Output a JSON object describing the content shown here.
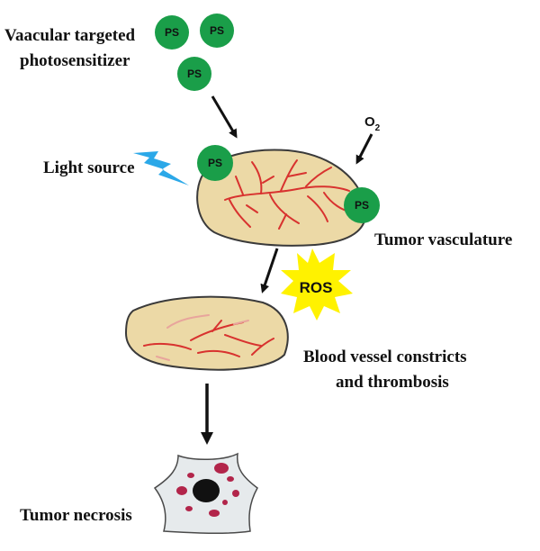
{
  "labels": {
    "photosensitizer_line1": "Vaacular targeted",
    "photosensitizer_line2": "photosensitizer",
    "light_source": "Light source",
    "oxygen_main": "O",
    "oxygen_sub": "2",
    "tumor_vasculature": "Tumor vasculature",
    "ros": "ROS",
    "vessel_line1": "Blood vessel constricts",
    "vessel_line2": "and thrombosis",
    "necrosis": "Tumor necrosis"
  },
  "ps_molecules": [
    "PS",
    "PS",
    "PS",
    "PS",
    "PS"
  ],
  "colors": {
    "ps_green": "#1a9e49",
    "tissue_fill": "#ecd9a6",
    "tissue_stroke": "#3a3a3a",
    "vessel_red": "#d8322f",
    "lightning_blue": "#2ba8e8",
    "ros_yellow": "#fff200",
    "cell_fill": "#e6eaec",
    "nucleus": "#111111",
    "organelle": "#b2254a",
    "arrow": "#111111"
  }
}
